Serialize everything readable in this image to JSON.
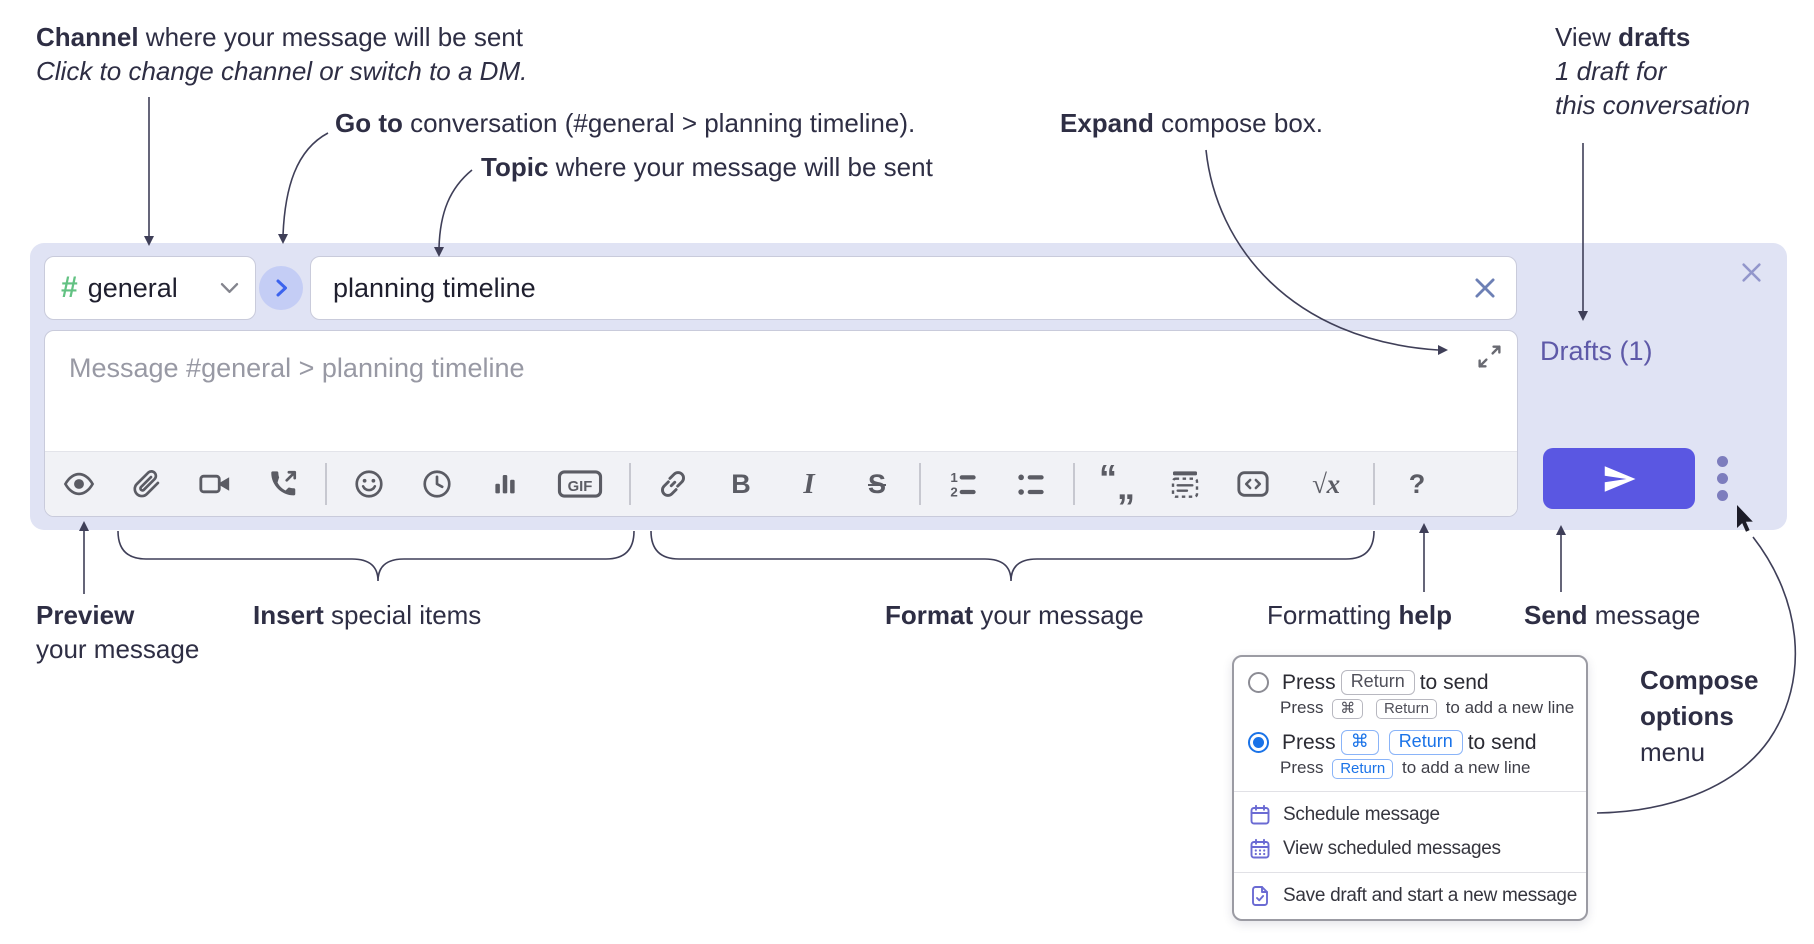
{
  "annotations": {
    "channel": {
      "lead": "Channel",
      "rest": " where your message will be sent",
      "subtitle": "Click to change channel or switch to a DM."
    },
    "go_to": {
      "lead": "Go to",
      "rest": " conversation (#general > planning timeline)."
    },
    "topic": {
      "lead": "Topic",
      "rest": " where your message will be sent"
    },
    "expand": {
      "lead": "Expand",
      "rest": " compose box."
    },
    "view_drafts": {
      "pre": "View ",
      "lead": "drafts",
      "line2": "1 draft for",
      "line3": "this conversation"
    },
    "preview": {
      "lead": "Preview",
      "line2": "your message"
    },
    "insert": {
      "lead": "Insert",
      "rest": " special items"
    },
    "format": {
      "lead": "Format",
      "rest": " your message"
    },
    "formatting_help": {
      "pre": "Formatting ",
      "lead": "help"
    },
    "send": {
      "lead": "Send",
      "rest": " message"
    },
    "compose_options": {
      "line1": "Compose",
      "line2": "options",
      "line3": "menu"
    }
  },
  "compose_box": {
    "channel_selector": {
      "hash": "#",
      "channel": "general",
      "icons": [
        "hash-icon",
        "chevron-down-icon"
      ]
    },
    "go_to_conversation_button": {
      "icon": "chevron-right-icon"
    },
    "topic_input": {
      "value": "planning timeline",
      "clear_icon": "close-icon"
    },
    "close_button": {
      "icon": "close-icon"
    },
    "message_input": {
      "placeholder": "Message #general > planning timeline",
      "expand_icon": "expand-diagonal-icon"
    },
    "drafts_link": {
      "label": "Drafts (1)"
    },
    "toolbar": {
      "icons": [
        "preview-eye-icon",
        "attach-file-icon",
        "video-call-icon",
        "voice-call-icon",
        "emoji-icon",
        "global-time-icon",
        "poll-icon",
        "gif-icon",
        "link-icon",
        "bold-icon",
        "italic-icon",
        "strikethrough-icon",
        "numbered-list-icon",
        "bulleted-list-icon",
        "quote-icon",
        "spoiler-icon",
        "code-icon",
        "math-icon",
        "help-icon"
      ],
      "gif_label": "GIF",
      "bold_glyph": "B",
      "italic_glyph": "I",
      "strike_glyph": "S",
      "ol_1": "1",
      "ol_2": "2",
      "quote_open": "“",
      "quote_close": "„",
      "math_glyph": "√x",
      "help_glyph": "?"
    },
    "send_button": {
      "icon": "send-paper-plane-icon"
    },
    "compose_options_button": {
      "icon": "vertical-ellipsis-icon"
    }
  },
  "compose_options_menu": {
    "send_shortcut_options": [
      {
        "selected": false,
        "label_pre": "Press",
        "keys": [
          "Return"
        ],
        "label_post": "to send",
        "sub_pre": "Press",
        "sub_keys": [
          "⌘",
          "Return"
        ],
        "sub_post": "to add a new line"
      },
      {
        "selected": true,
        "label_pre": "Press",
        "keys": [
          "⌘",
          "Return"
        ],
        "label_post": "to send",
        "sub_pre": "Press",
        "sub_keys": [
          "Return"
        ],
        "sub_post": "to add a new line"
      }
    ],
    "items": [
      {
        "icon": "schedule-calendar-icon",
        "label": "Schedule message"
      },
      {
        "icon": "view-scheduled-calendar-icon",
        "label": "View scheduled messages"
      },
      {
        "icon": "save-draft-icon",
        "label": "Save draft and start a new message"
      }
    ]
  },
  "colors": {
    "annotation_text": "#2e2e44",
    "panel_bg": "#e0e3f4",
    "box_border": "#c9cbdb",
    "hash_green": "#63c283",
    "goto_circle_bg": "#c4cdf5",
    "goto_chevron": "#3c63ee",
    "input_text": "#1f1f2e",
    "placeholder": "#9899a4",
    "toolbar_bg": "#f1f2f6",
    "icon_gray": "#5b5c64",
    "divider": "#c7c8d0",
    "drafts_link": "#5e59a8",
    "send_button_bg": "#5a57e2",
    "ellipsis_dots": "#7d7dbd",
    "close_x": "#9296cb",
    "clear_x": "#6d80b5",
    "menu_border": "#9b9ba3",
    "kbd_gray": "#b8b8c0",
    "kbd_blue": "#8ab4f8",
    "radio_blue": "#1a73e8",
    "menu_icon": "#6b6bd3",
    "leader_line": "#3f3f58"
  }
}
